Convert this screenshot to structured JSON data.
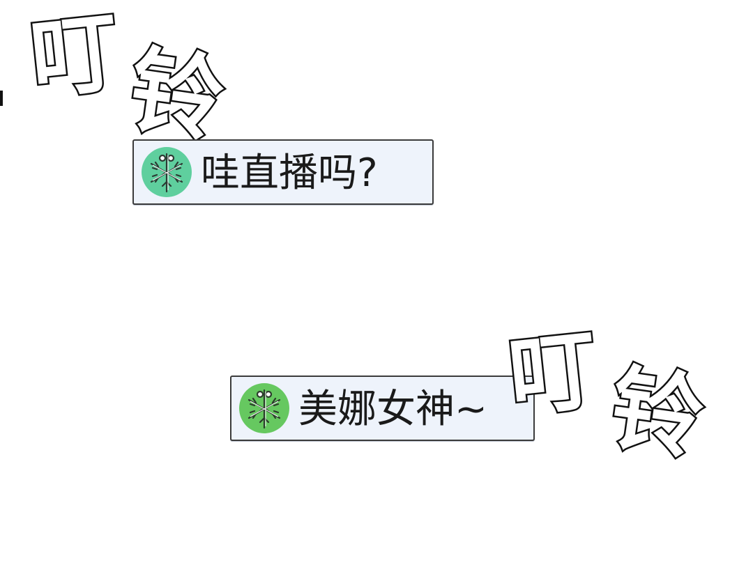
{
  "sound_effects": {
    "top": {
      "ding": "叮",
      "ling": "铃"
    },
    "bottom": {
      "ding": "叮",
      "ling": "铃"
    }
  },
  "messages": [
    {
      "avatar_icon": "snowflake-avatar-icon",
      "avatar_color": "#5fcf9e",
      "text": "哇直播吗?"
    },
    {
      "avatar_icon": "snowflake-avatar-icon",
      "avatar_color": "#66c860",
      "text": "美娜女神~"
    }
  ]
}
